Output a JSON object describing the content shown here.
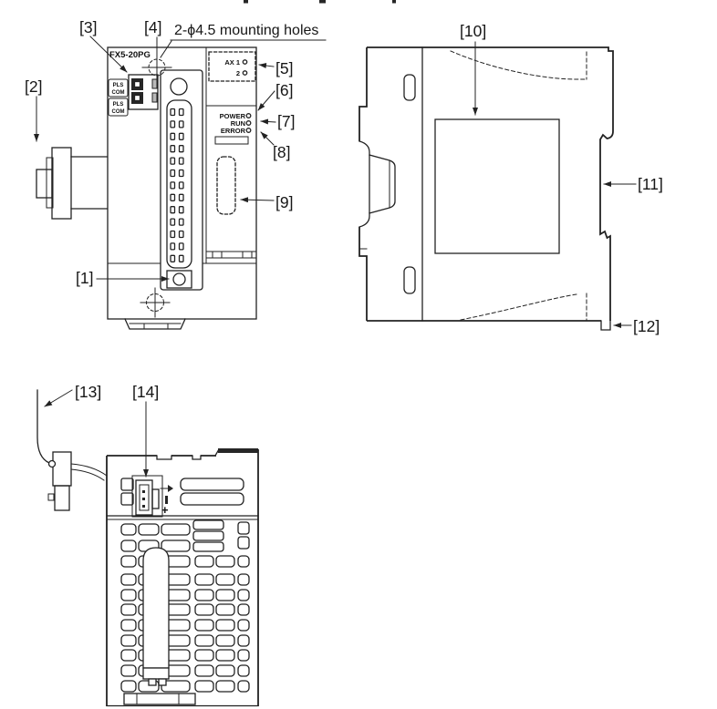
{
  "page": {
    "background": "#ffffff",
    "ink": "#222222"
  },
  "callouts": {
    "c1": "[1]",
    "c2": "[2]",
    "c3": "[3]",
    "c4": "[4]",
    "c5": "[5]",
    "c6": "[6]",
    "c7": "[7]",
    "c8": "[8]",
    "c9": "[9]",
    "c10": "[10]",
    "c11": "[11]",
    "c12": "[12]",
    "c13": "[13]",
    "c14": "[14]"
  },
  "front_view": {
    "model": "FX5-20PG",
    "mounting_note": "2-ϕ4.5 mounting holes",
    "terminal_labels": [
      {
        "line1": "PLS",
        "line2": "COM"
      },
      {
        "line1": "PLS",
        "line2": "COM"
      }
    ],
    "ax_box": {
      "row1": "AX 1",
      "row2": "2"
    },
    "leds": [
      "POWER",
      "RUN",
      "ERROR"
    ]
  },
  "bottom_view": {
    "polarity_plus": "+"
  }
}
